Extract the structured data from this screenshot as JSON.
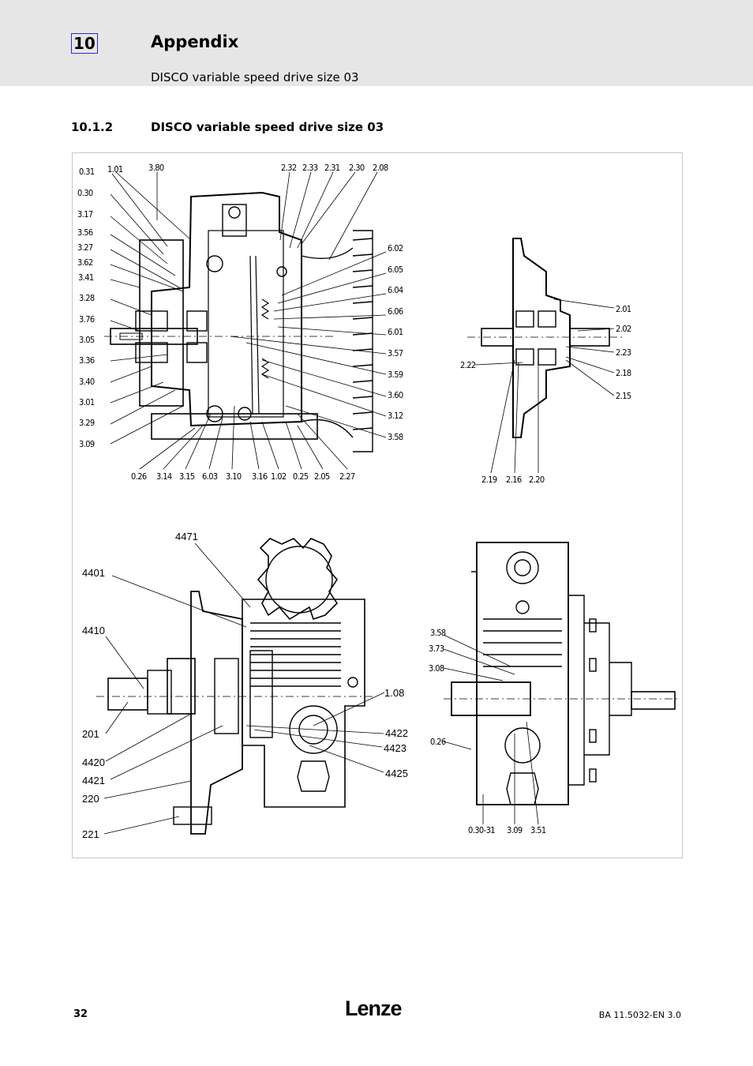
{
  "header": {
    "chapter_number": "10",
    "chapter_title": "Appendix",
    "chapter_subtitle": "DISCO variable speed drive size 03"
  },
  "section": {
    "number": "10.1.2",
    "title": "DISCO variable speed drive size 03"
  },
  "figure": {
    "drawing1": {
      "top_labels": [
        "1.01",
        "3.80",
        "2.32",
        "2.33",
        "2.31",
        "2.30",
        "2.08"
      ],
      "left_labels": [
        "0.31",
        "0.30",
        "3.17",
        "3.56",
        "3.27",
        "3.62",
        "3.41",
        "3.28",
        "3.76",
        "3.05",
        "3.36",
        "3.40",
        "3.01",
        "3.29",
        "3.09"
      ],
      "right_labels": [
        "6.02",
        "6.05",
        "6.04",
        "6.06",
        "6.01",
        "3.57",
        "3.59",
        "3.60",
        "3.12",
        "3.58"
      ],
      "bottom_labels": [
        "0.26",
        "3.14",
        "3.15",
        "6.03",
        "3.10",
        "3.16",
        "1.02",
        "0.25",
        "2.05",
        "2.27"
      ]
    },
    "drawing2": {
      "right_labels": [
        "2.01",
        "2.02",
        "2.23",
        "2.18",
        "2.15"
      ],
      "left_labels": [
        "2.22"
      ],
      "bottom_labels": [
        "2.19",
        "2.16",
        "2.20"
      ]
    },
    "drawing3": {
      "labels": [
        "4471",
        "4401",
        "4410",
        "201",
        "4420",
        "4421",
        "220",
        "221",
        "1.08",
        "4422",
        "4423",
        "4425"
      ]
    },
    "drawing4": {
      "labels": [
        "3.58",
        "3.73",
        "3.08",
        "0.26",
        "0.30-31",
        "3.09",
        "3.51"
      ]
    }
  },
  "footer": {
    "page_number": "32",
    "brand": "Lenze",
    "doc_id": "BA 11.5032-EN   3.0"
  }
}
